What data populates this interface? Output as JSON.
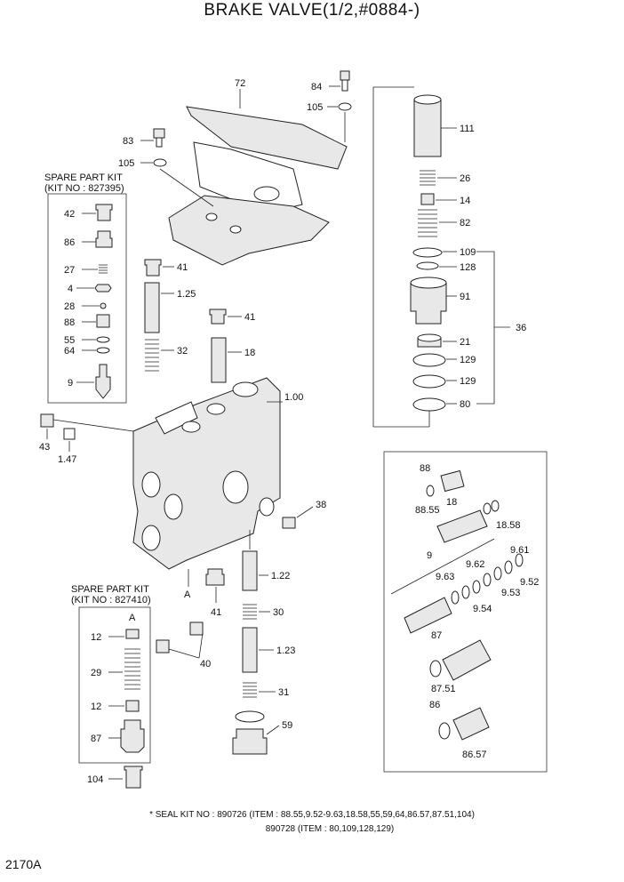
{
  "title": "BRAKE VALVE(1/2,#0884-)",
  "page_code": "2170A",
  "kits": {
    "kit1": {
      "title": "SPARE PART KIT",
      "number": "(KIT NO : 827395)"
    },
    "kit2": {
      "title": "SPARE PART KIT",
      "number": "(KIT NO : 827410)"
    }
  },
  "seal_kit": {
    "line1": "* SEAL KIT NO : 890726 (ITEM : 88.55,9.52-9.63,18.58,55,59,64,86.57,87.51,104)",
    "line2": "890728 (ITEM : 80,109,128,129)"
  },
  "labels": {
    "l72": "72",
    "l84": "84",
    "l105a": "105",
    "l83": "83",
    "l105b": "105",
    "l111": "111",
    "l26": "26",
    "l14": "14",
    "l82": "82",
    "l109": "109",
    "l128": "128",
    "l91": "91",
    "l36": "36",
    "l21": "21",
    "l129a": "129",
    "l129b": "129",
    "l80": "80",
    "l42": "42",
    "l86": "86",
    "l27": "27",
    "l4": "4",
    "l28": "28",
    "l88": "88",
    "l55": "55",
    "l64": "64",
    "l9": "9",
    "l41a": "41",
    "l125": "1.25",
    "l41b": "41",
    "l18": "18",
    "l32": "32",
    "l100": "1.00",
    "l43": "43",
    "l147": "1.47",
    "l38": "38",
    "lA": "A",
    "lA2": "A",
    "l122": "1.22",
    "l30": "30",
    "l41c": "41",
    "l40": "40",
    "l123": "1.23",
    "l31": "31",
    "l59": "59",
    "l12a": "12",
    "l29": "29",
    "l12b": "12",
    "l87": "87",
    "l104": "104",
    "r88": "88",
    "r8855": "88.55",
    "r18": "18",
    "r1858": "18.58",
    "r9": "9",
    "r961": "9.61",
    "r962": "9.62",
    "r963": "9.63",
    "r952": "9.52",
    "r953": "9.53",
    "r954": "9.54",
    "r87": "87",
    "r8751": "87.51",
    "r86": "86",
    "r8657": "86.57"
  }
}
